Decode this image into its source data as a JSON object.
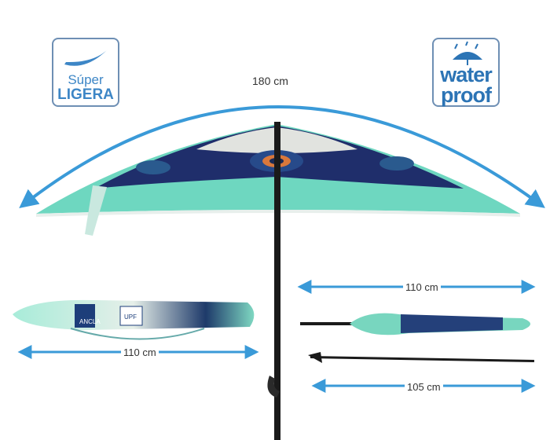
{
  "badges": {
    "light": {
      "line1": "Súper",
      "line2": "LIGERA",
      "icon": "feather-icon"
    },
    "waterproof": {
      "line1": "water",
      "line2": "proof",
      "icon": "umbrella-rain-icon"
    }
  },
  "dimensions": {
    "open_width": "180 cm",
    "bag_length": "110 cm",
    "closed_length": "110 cm",
    "pole_length": "105 cm"
  },
  "bag_labels": {
    "brand": "ANCLA",
    "upf": "UPF"
  },
  "colors": {
    "arrow": "#3a9ad8",
    "canopy_teal": "#69d6bf",
    "canopy_dark": "#22326e",
    "badge_blue": "#3d86c6"
  }
}
